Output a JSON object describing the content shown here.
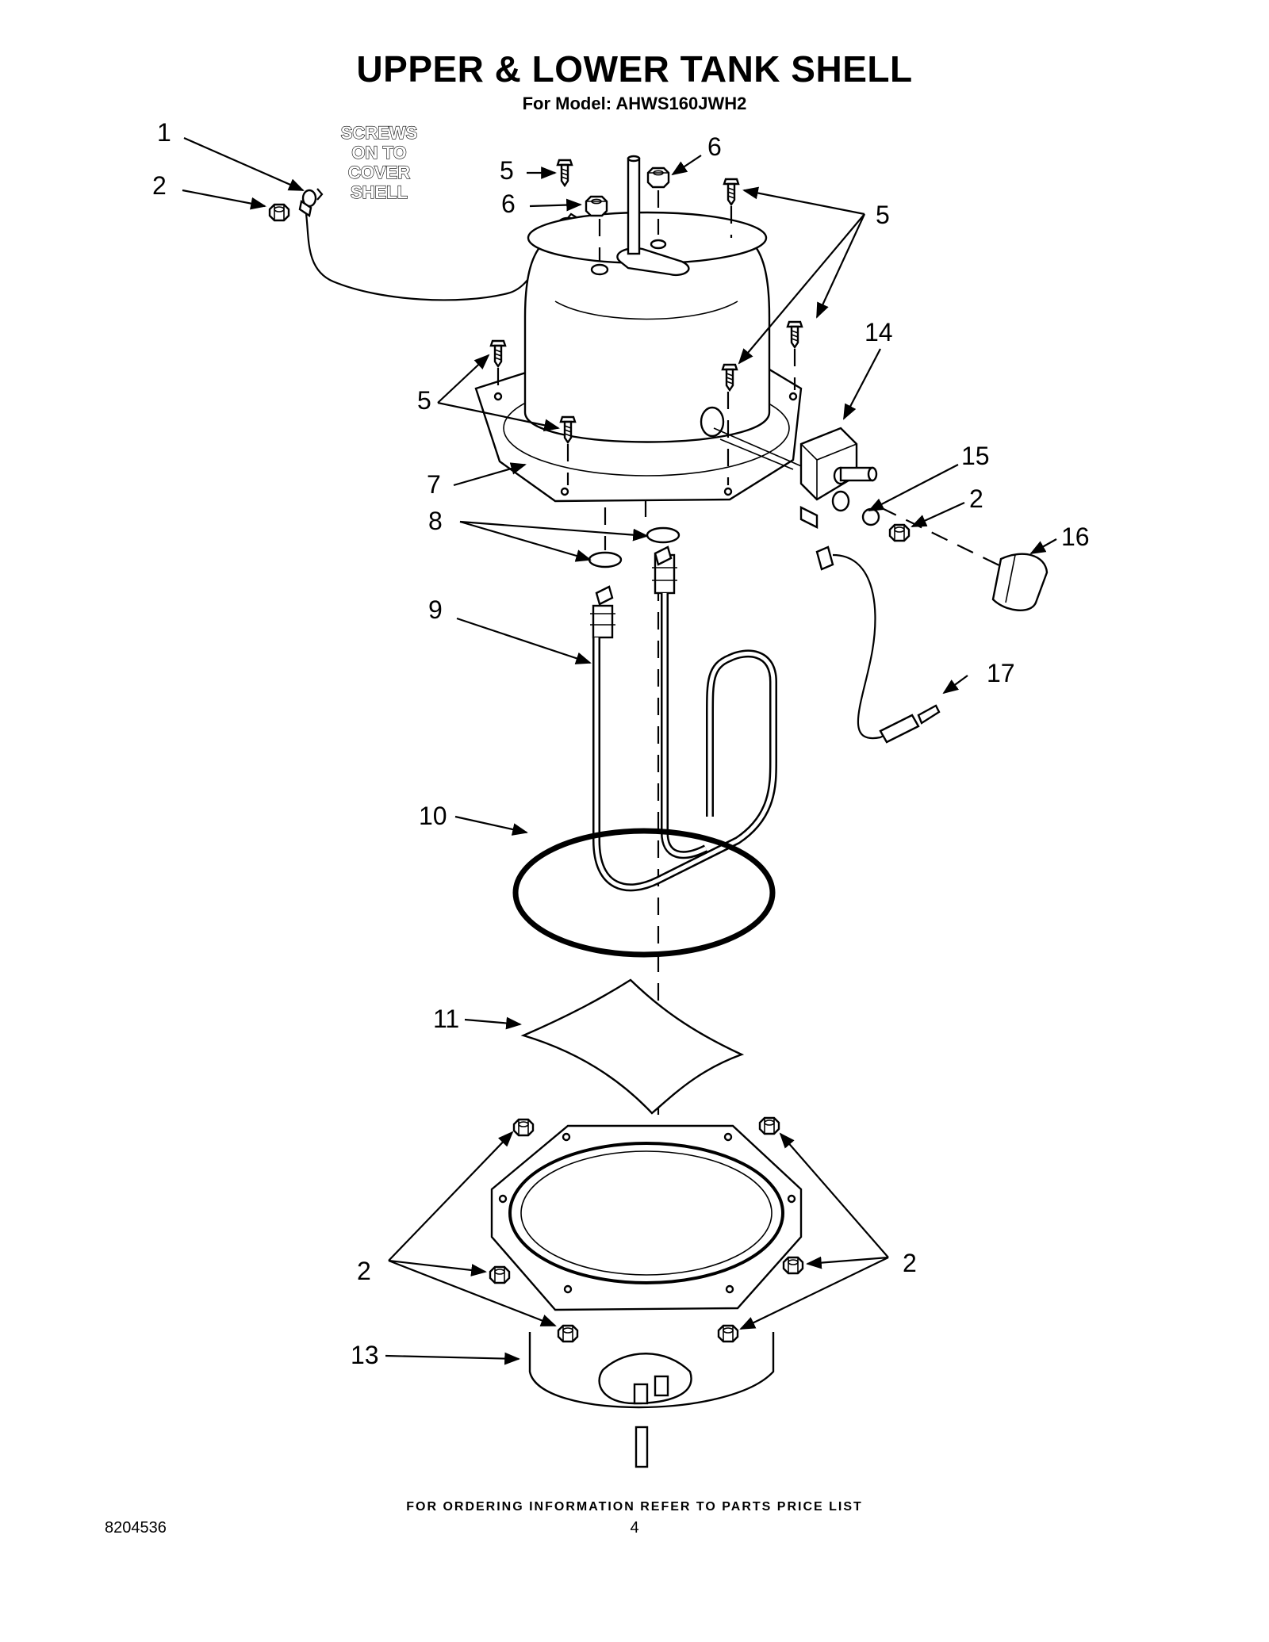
{
  "page": {
    "title": "UPPER & LOWER TANK SHELL",
    "subtitle": "For Model: AHWS160JWH2",
    "footer_note": "FOR ORDERING INFORMATION REFER TO PARTS PRICE LIST",
    "doc_number": "8204536",
    "page_number": "4"
  },
  "diagram": {
    "note_lines": [
      "SCREWS",
      "ON TO",
      "COVER",
      "SHELL"
    ],
    "callouts": {
      "c1": "1",
      "c2_top": "2",
      "c5_top": "5",
      "c6_right": "6",
      "c6_left": "6",
      "c5_right": "5",
      "c14": "14",
      "c5_left": "5",
      "c7": "7",
      "c15": "15",
      "c2_mid": "2",
      "c8": "8",
      "c16": "16",
      "c9": "9",
      "c17": "17",
      "c10": "10",
      "c11": "11",
      "c2_lower_left": "2",
      "c2_lower_right": "2",
      "c13": "13"
    }
  }
}
